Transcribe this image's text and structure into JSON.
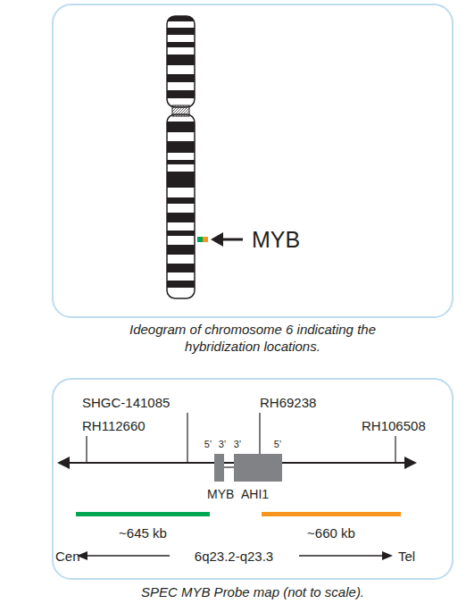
{
  "diagram": {
    "nodes": [
      {
        "text": [
          "Ideogram of chromosome 6 indicating the hybridization locations."
        ]
      },
      {
        "text": [
          "SPEC MYB Probe map (not to scale)."
        ]
      }
    ],
    "labels": [
      "MYB",
      "SHGC-141085",
      "RH112660",
      "RH69238",
      "RH106508",
      "5’",
      "3’",
      "3’",
      "5’",
      "MYB",
      "AHI1",
      "~645 kb",
      "~660 kb",
      "Cen",
      "6q23.2-q23.3",
      "Tel"
    ]
  }
}
